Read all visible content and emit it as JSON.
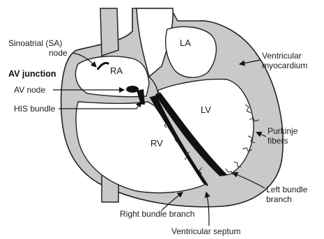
{
  "colors": {
    "wall": "#c9c9c9",
    "outline": "#222222",
    "conduction": "#111111",
    "background": "#ffffff"
  },
  "chambers": {
    "ra": "RA",
    "la": "LA",
    "rv": "RV",
    "lv": "LV"
  },
  "labels": {
    "sa_line1": "Sinoatrial (SA)",
    "sa_line2": "node",
    "av_junction": "AV junction",
    "av_node": "AV node",
    "his_bundle": "HIS bundle",
    "ventricular_myocardium_line1": "Ventricular",
    "ventricular_myocardium_line2": "myocardium",
    "purkinje_line1": "Purkinje",
    "purkinje_line2": "fibers",
    "left_bundle_line1": "Left bundle",
    "left_bundle_line2": "branch",
    "right_bundle": "Right bundle branch",
    "ventricular_septum": "Ventricular septum"
  }
}
